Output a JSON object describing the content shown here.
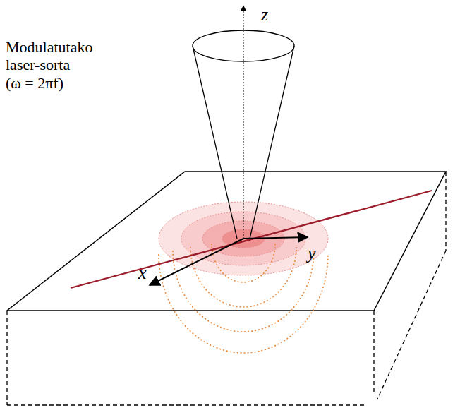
{
  "diagram": {
    "labels": [
      "Modulatutako laser-sorta (ω = 2πf)",
      "z",
      "x",
      "y"
    ]
  }
}
